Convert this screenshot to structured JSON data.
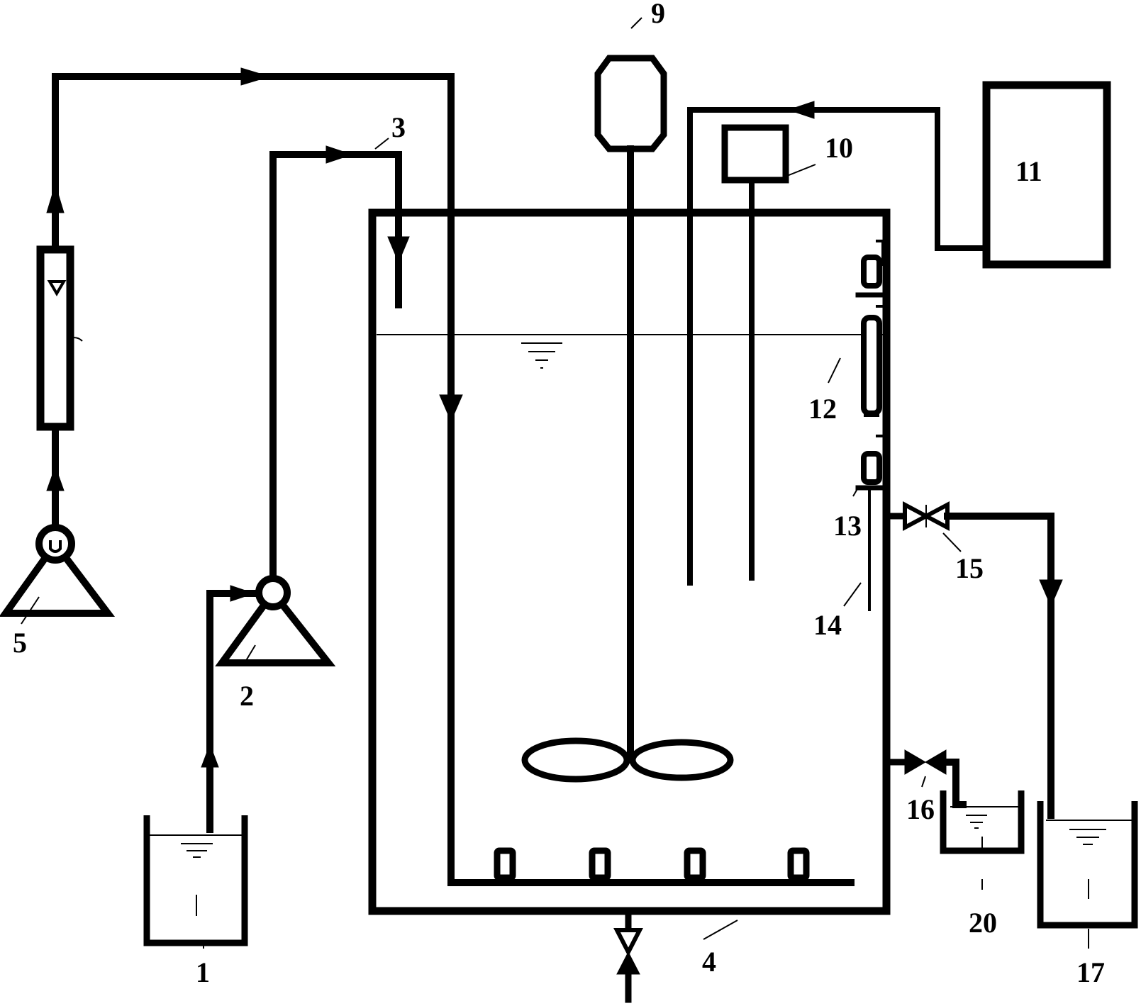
{
  "labels": {
    "feed_tank": "1",
    "feed_pump": "2",
    "feed_pipe": "3",
    "reactor": "4",
    "air_pump": "5",
    "stirrer_motor": "9",
    "controller_box": "10",
    "control_unit": "11",
    "sensor_12": "12",
    "sensor_13": "13",
    "probe_14": "14",
    "valve_15": "15",
    "valve_16": "16",
    "effluent_tank_17": "17",
    "effluent_tank_20": "20"
  }
}
